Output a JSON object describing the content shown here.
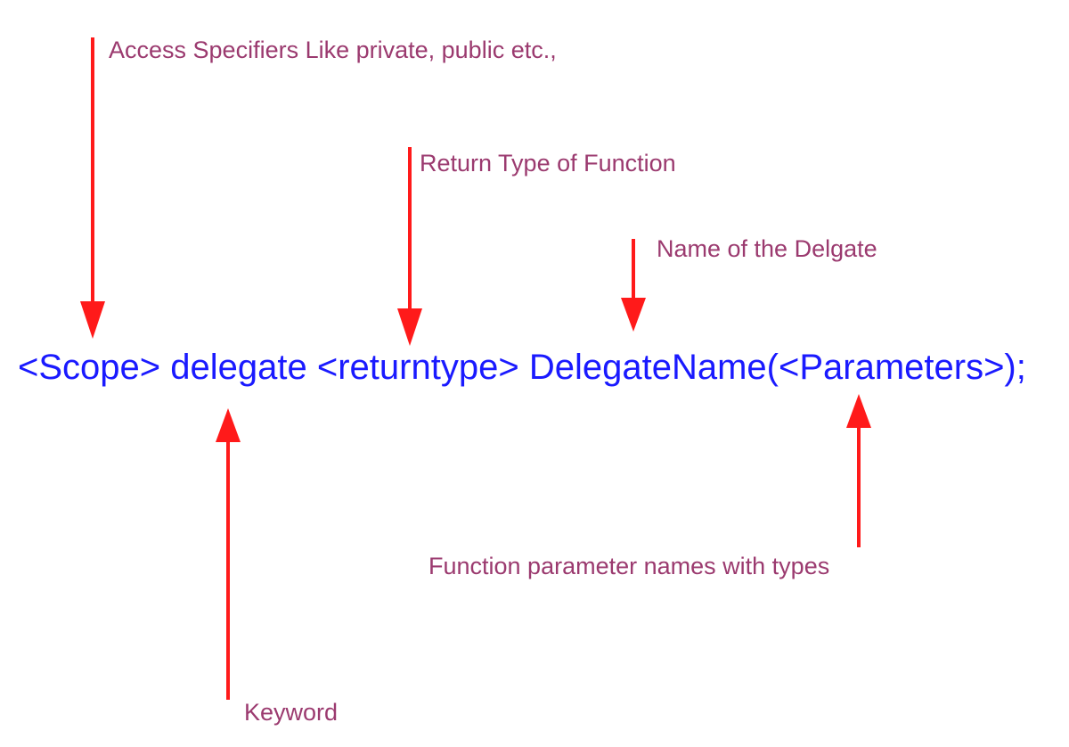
{
  "syntax": {
    "scope": "<Scope>",
    "keyword": "delegate",
    "return_type": "<returntype>",
    "name": "DelegateName(<Parameters>);"
  },
  "annotations": {
    "access_specifiers": "Access Specifiers Like private, public etc.,",
    "return_type": "Return Type of Function",
    "delegate_name": "Name of the Delgate",
    "parameters": "Function parameter names with types",
    "keyword": "Keyword"
  },
  "colors": {
    "syntax_text": "#1a1aff",
    "annotation_text": "#9b3a6f",
    "arrow": "#ff1a1a"
  }
}
